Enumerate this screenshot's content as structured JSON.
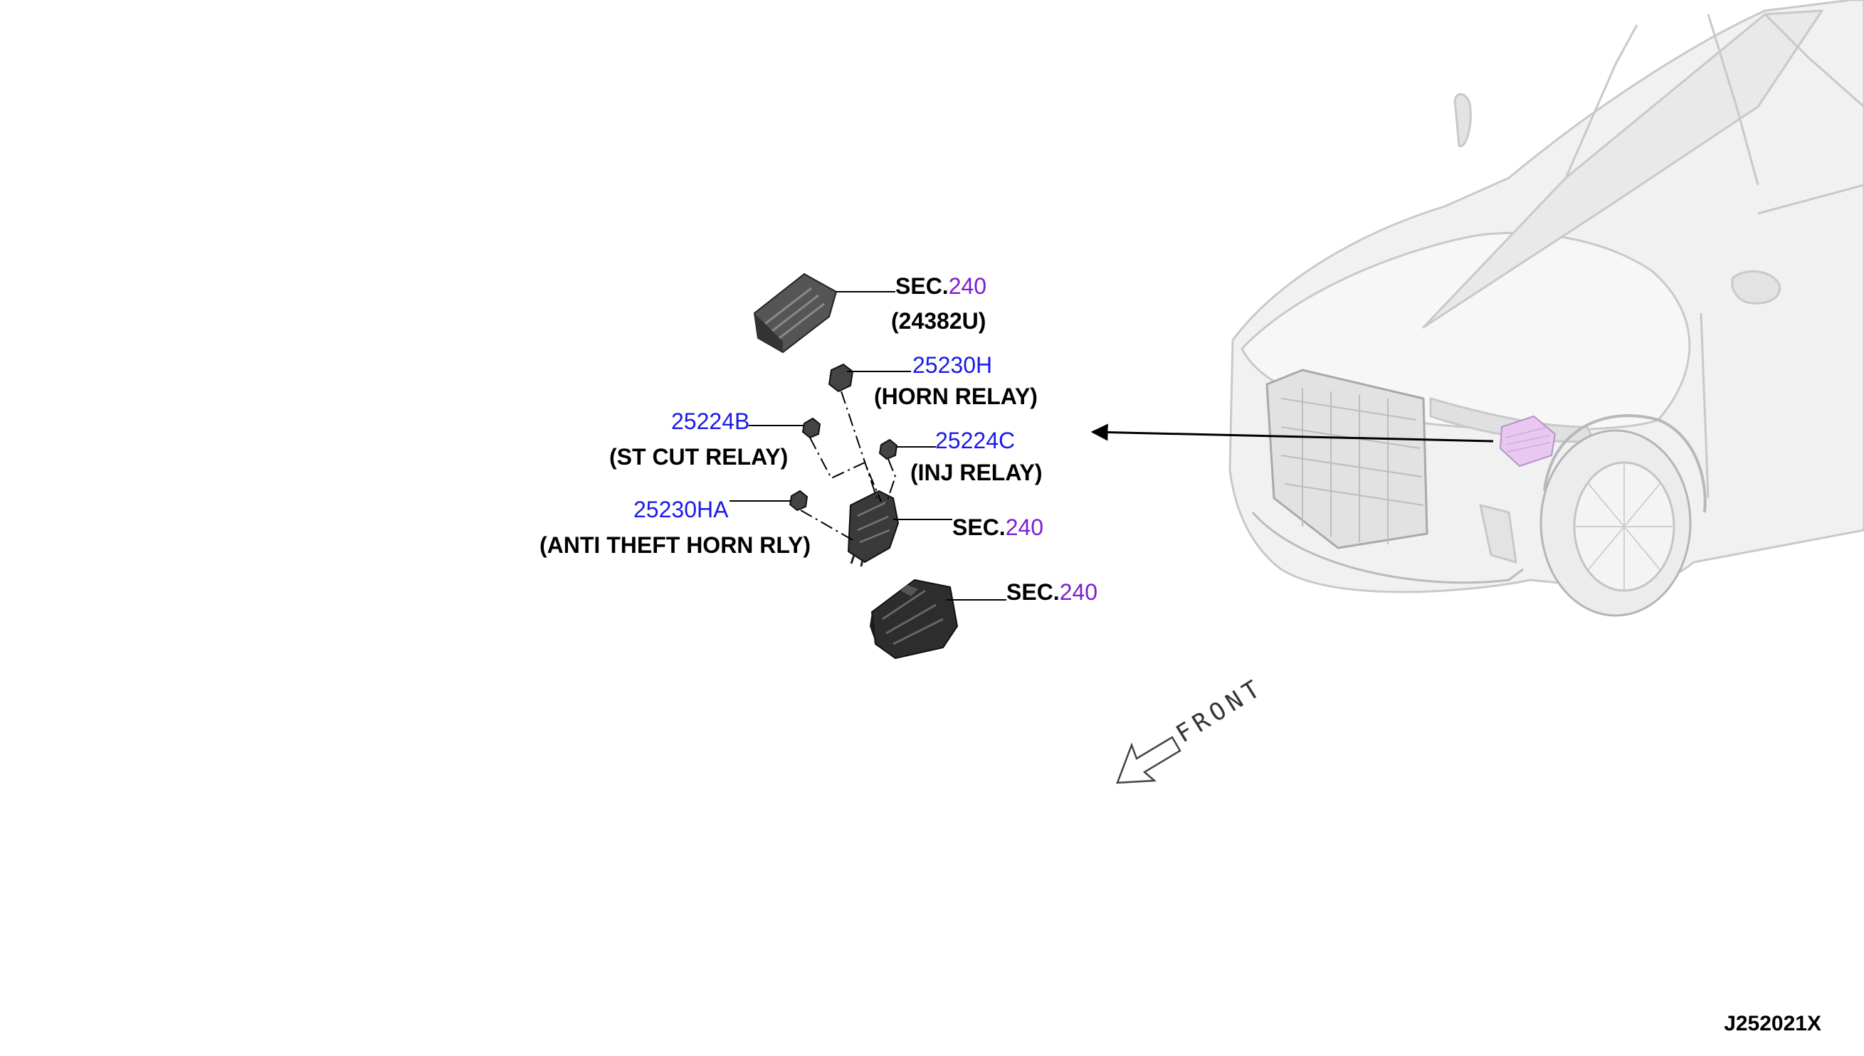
{
  "colors": {
    "part_number": "#1a1ae6",
    "section_number": "#7b1fd0",
    "label": "#000000",
    "highlight_box": "#e8c8f0"
  },
  "callouts": {
    "sec_cover": {
      "prefix": "SEC.",
      "num": "240",
      "desc": "(24382U)"
    },
    "horn_relay": {
      "num": "25230H",
      "desc": "(HORN RELAY)"
    },
    "st_cut_relay": {
      "num": "25224B",
      "desc": "(ST CUT RELAY)"
    },
    "inj_relay": {
      "num": "25224C",
      "desc": "(INJ RELAY)"
    },
    "anti_theft": {
      "num": "25230HA",
      "desc": "(ANTI THEFT HORN RLY)"
    },
    "sec_relay_block": {
      "prefix": "SEC.",
      "num": "240"
    },
    "sec_fuse_box": {
      "prefix": "SEC.",
      "num": "240"
    }
  },
  "front_label": "FRONT",
  "diagram_code": "J252021X"
}
